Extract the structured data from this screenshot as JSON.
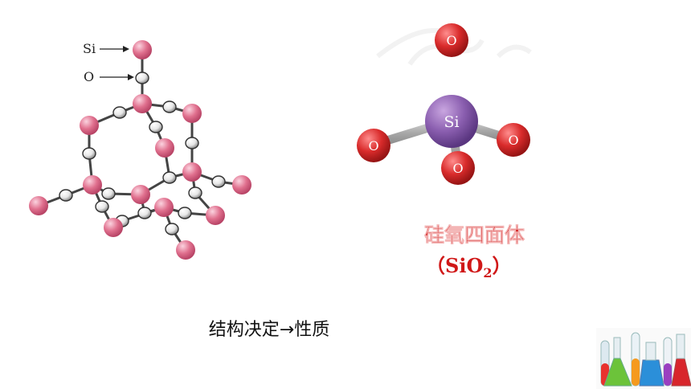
{
  "structure": {
    "label_si": "Si",
    "label_o": "O"
  },
  "tetrahedron": {
    "center_label": "Si",
    "outer_label": "O",
    "name": "硅氧四面体",
    "formula_open": "（SiO",
    "formula_sub": "2",
    "formula_close": "）"
  },
  "caption": "结构决定→性质",
  "colors": {
    "si_pink": "#e0708e",
    "o_white": "#f2f2f2",
    "si_purple": "#8b5fb0",
    "o_red": "#d92b2b",
    "label_red": "#d01818"
  }
}
